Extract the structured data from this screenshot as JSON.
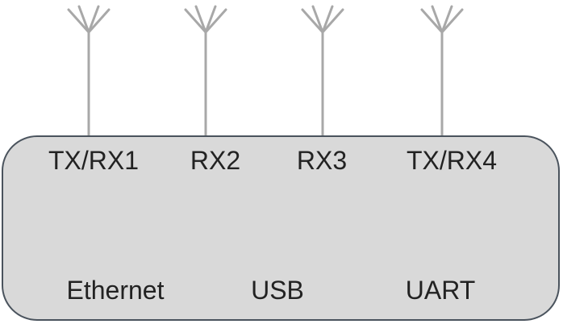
{
  "device": {
    "fill_color": "#d9d9d9",
    "border_color": "#4a535d",
    "antenna_color": "#a8a8a8"
  },
  "antennas": [
    {
      "label": "TX/RX1"
    },
    {
      "label": "RX2"
    },
    {
      "label": "RX3"
    },
    {
      "label": "TX/RX4"
    }
  ],
  "interfaces": [
    {
      "label": "Ethernet"
    },
    {
      "label": "USB"
    },
    {
      "label": "UART"
    }
  ]
}
